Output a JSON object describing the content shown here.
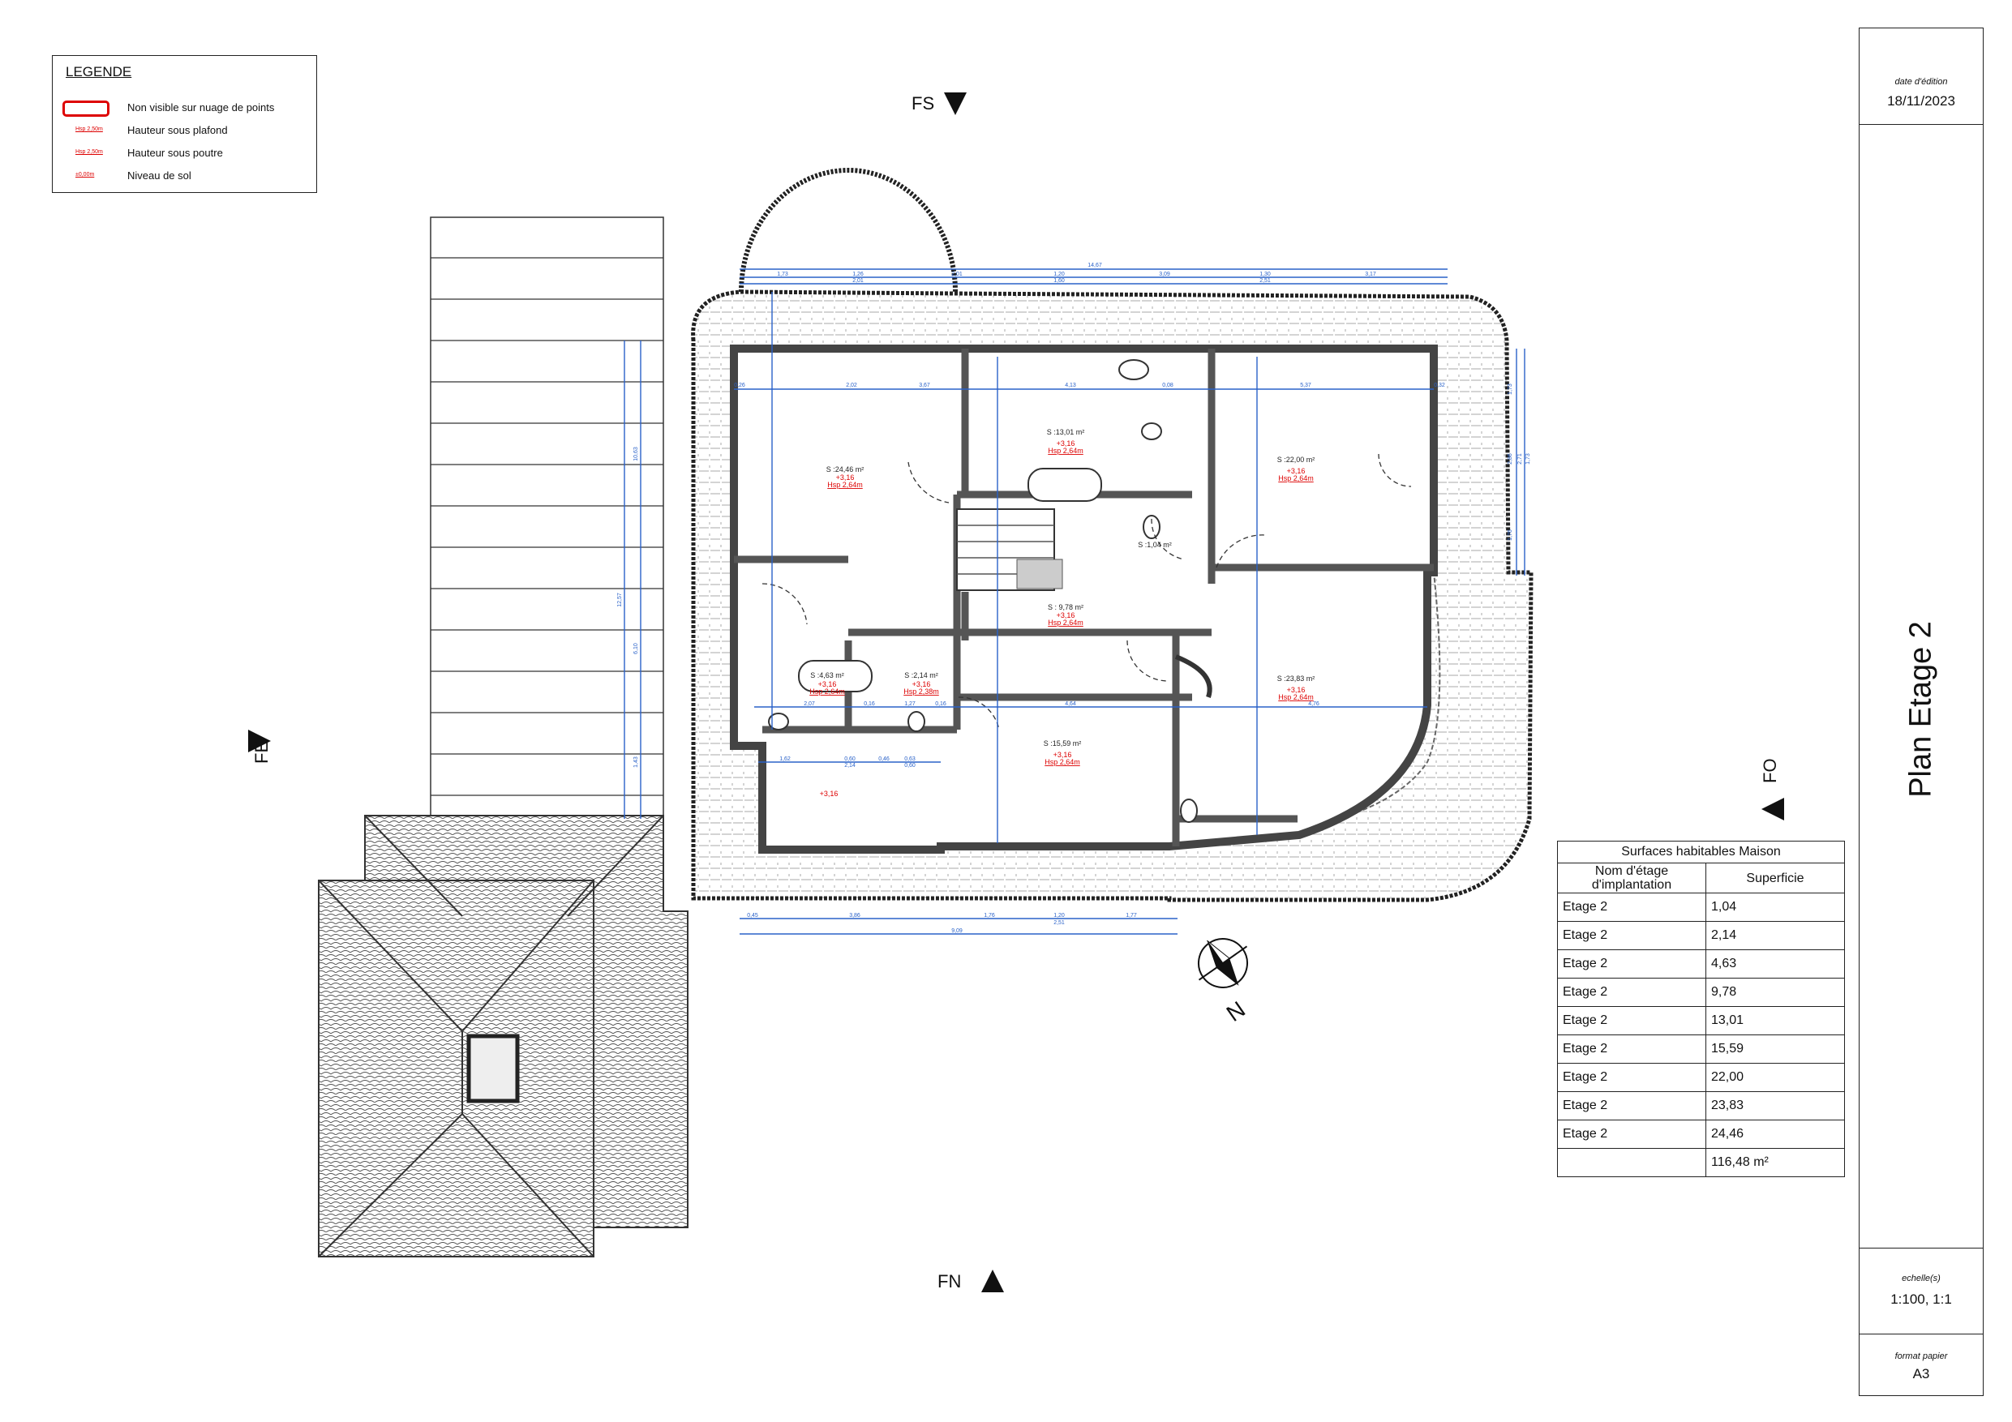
{
  "legend": {
    "title": "LEGENDE",
    "items": [
      {
        "label": "Non visible sur nuage de points",
        "mini": ""
      },
      {
        "label": "Hauteur sous plafond",
        "mini": "Hsp 2,50m"
      },
      {
        "label": "Hauteur sous poutre",
        "mini": "Hsp 2,50m"
      },
      {
        "label": "Niveau de sol",
        "mini": "±0,00m"
      }
    ]
  },
  "directions": {
    "fs": "FS",
    "fe": "FE",
    "fn": "FN",
    "fo": "FO",
    "north": "N"
  },
  "title_block": {
    "date_label": "date d'édition",
    "date": "18/11/2023",
    "title": "Plan Etage 2",
    "scale_label": "echelle(s)",
    "scale": "1:100, 1:1",
    "format_label": "format papier",
    "format": "A3"
  },
  "surfaces_table": {
    "caption": "Surfaces habitables Maison",
    "col_level": "Nom d'étage d'implantation",
    "col_area": "Superficie",
    "rows": [
      {
        "level": "Etage 2",
        "area": "1,04"
      },
      {
        "level": "Etage 2",
        "area": "2,14"
      },
      {
        "level": "Etage 2",
        "area": "4,63"
      },
      {
        "level": "Etage 2",
        "area": "9,78"
      },
      {
        "level": "Etage 2",
        "area": "13,01"
      },
      {
        "level": "Etage 2",
        "area": "15,59"
      },
      {
        "level": "Etage 2",
        "area": "22,00"
      },
      {
        "level": "Etage 2",
        "area": "23,83"
      },
      {
        "level": "Etage 2",
        "area": "24,46"
      }
    ],
    "total": "116,48 m²"
  },
  "rooms": [
    {
      "area": "S :24,46 m²",
      "level": "+3,16",
      "hsp": "Hsp 2,64m"
    },
    {
      "area": "S :13,01 m²",
      "level": "+3,16",
      "hsp": "Hsp 2,64m"
    },
    {
      "area": "S :22,00 m²",
      "level": "+3,16",
      "hsp": "Hsp 2,64m"
    },
    {
      "area": "S :1,04 m²",
      "level": "",
      "hsp": ""
    },
    {
      "area": "S : 9,78 m²",
      "level": "+3,16",
      "hsp": "Hsp 2,64m"
    },
    {
      "area": "S :4,63 m²",
      "level": "+3,16",
      "hsp": "Hsp 2,64m"
    },
    {
      "area": "S :2,14 m²",
      "level": "+3,16",
      "hsp": "Hsp 2,38m"
    },
    {
      "area": "S :23,83 m²",
      "level": "+3,16",
      "hsp": "Hsp 2,64m"
    },
    {
      "area": "S :15,59 m²",
      "level": "+3,16",
      "hsp": "Hsp 2,64m"
    },
    {
      "area": "",
      "level": "+3,16",
      "hsp": ""
    }
  ],
  "dimensions": {
    "top_total": "14,67",
    "top_row": [
      "1,73",
      "1,26",
      "2,01",
      "1,20",
      "3,09",
      "1,30",
      "3,17"
    ],
    "top_sub": [
      "2,01",
      "1,60",
      "2,51"
    ],
    "bottom_total": "9,09",
    "bottom_row": [
      "0,45",
      "3,86",
      "1,76",
      "1,20",
      "1,77"
    ],
    "bottom_sub": [
      "2,51"
    ],
    "inner_top": [
      "0,26",
      "2,02",
      "3,67",
      "4,13",
      "0,08",
      "5,37",
      "0,32"
    ],
    "inner_mid": [
      "2,07",
      "0,16",
      "1,27",
      "0,16",
      "4,64",
      "4,76"
    ],
    "inner_small": [
      "1,62",
      "0,60",
      "0,46",
      "0,63",
      "2,14",
      "0,60"
    ],
    "right_side": [
      "1,73",
      "2,86",
      "1,76",
      "2,71",
      "1,73"
    ],
    "left_side": [
      "12,57",
      "10,63",
      "6,10",
      "1,43"
    ]
  }
}
